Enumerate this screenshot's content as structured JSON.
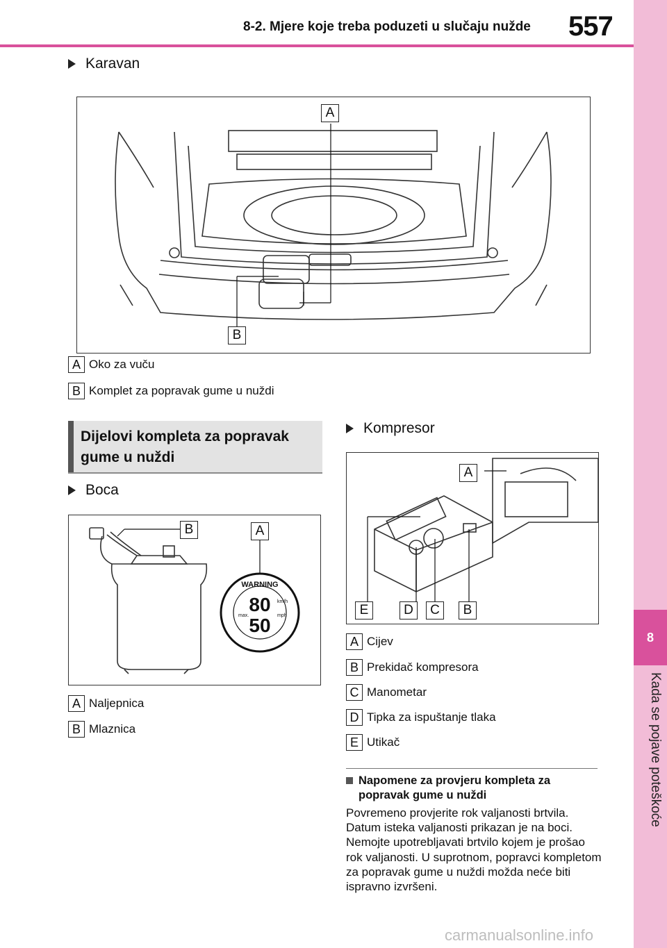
{
  "header": {
    "section_title": "8-2. Mjere koje treba poduzeti u slučaju nužde",
    "page_number": "557"
  },
  "side_tab": {
    "chapter_number": "8",
    "chapter_title": "Kada se pojave poteškoće",
    "accent_color": "#d9519c",
    "tab_color": "#f2bcd7"
  },
  "karavan": {
    "heading": "Karavan",
    "callouts": [
      "A",
      "B"
    ],
    "legend": [
      {
        "letter": "A",
        "text": "Oko za vuču"
      },
      {
        "letter": "B",
        "text": "Komplet za popravak gume u nuždi"
      }
    ]
  },
  "section": {
    "title": "Dijelovi kompleta za popravak gume u nuždi"
  },
  "boca": {
    "heading": "Boca",
    "callouts": [
      "B",
      "A"
    ],
    "label_text": {
      "warning": "WARNING",
      "speed_top": "80",
      "speed_bottom": "50",
      "unit_top": "km/h",
      "unit_bottom": "mph",
      "max": "max."
    },
    "legend": [
      {
        "letter": "A",
        "text": "Naljepnica"
      },
      {
        "letter": "B",
        "text": "Mlaznica"
      }
    ]
  },
  "kompresor": {
    "heading": "Kompresor",
    "callouts": [
      "A",
      "E",
      "D",
      "C",
      "B"
    ],
    "legend": [
      {
        "letter": "A",
        "text": "Cijev"
      },
      {
        "letter": "B",
        "text": "Prekidač kompresora"
      },
      {
        "letter": "C",
        "text": "Manometar"
      },
      {
        "letter": "D",
        "text": "Tipka za ispuštanje tlaka"
      },
      {
        "letter": "E",
        "text": "Utikač"
      }
    ]
  },
  "note": {
    "title": "Napomene za provjeru kompleta za popravak gume u nuždi",
    "body": "Povremeno provjerite rok valjanosti brtvila. Datum isteka valjanosti prikazan je na boci. Nemojte upotrebljavati brtvilo kojem je prošao rok valjanosti. U suprotnom, popravci kompletom za popravak gume u nuždi možda neće biti ispravno izvršeni."
  },
  "watermark": "carmanualsonline.info"
}
